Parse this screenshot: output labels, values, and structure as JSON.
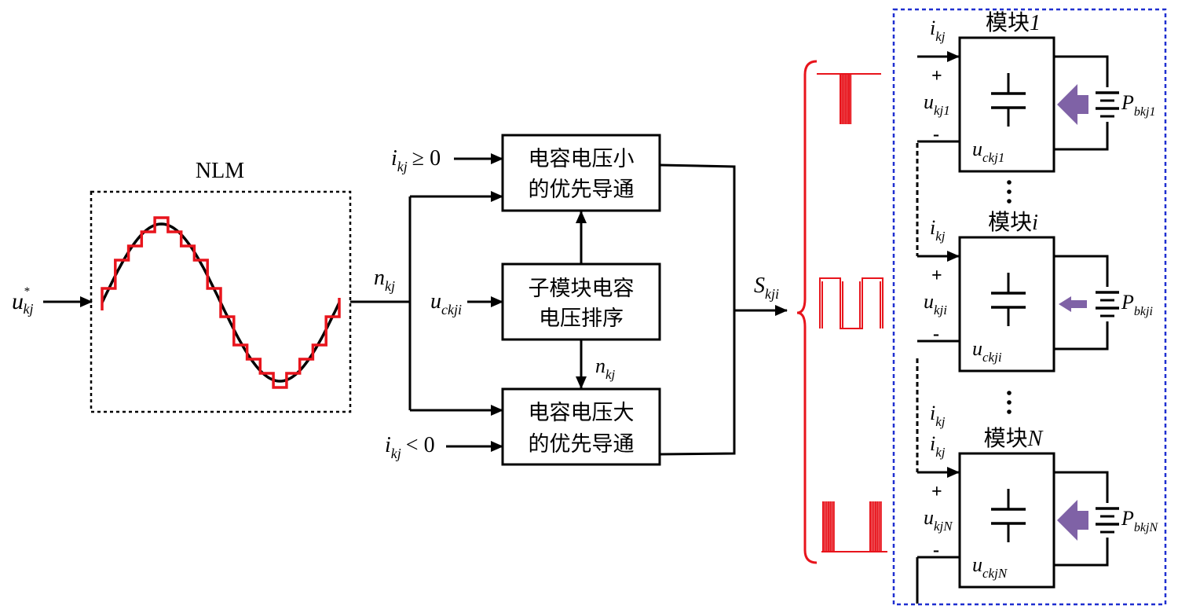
{
  "colors": {
    "wave": "#e8141c",
    "sine": "#000000",
    "frame_dashed": "#1f2fd0",
    "arrow_fill": "#7f62a6",
    "line": "#000000"
  },
  "inputs": {
    "u_ref": {
      "base": "u",
      "sup": "*",
      "sub": "kj"
    }
  },
  "nlm": {
    "label": "NLM"
  },
  "signals": {
    "n_kj": {
      "base": "n",
      "sub": "kj"
    },
    "u_ckji": {
      "base": "u",
      "sub": "ckji"
    },
    "n_kj_lower": {
      "base": "n",
      "sub": "kj"
    },
    "s_kji": {
      "base": "S",
      "sub": "kji"
    },
    "i_pos": {
      "base": "i",
      "sub": "kj",
      "rel": "≥ 0"
    },
    "i_neg": {
      "base": "i",
      "sub": "kj",
      "rel": "< 0"
    }
  },
  "blocks": {
    "top": {
      "line1": "电容电压小",
      "line2": "的优先导通"
    },
    "middle": {
      "line1": "子模块电容",
      "line2": "电压排序"
    },
    "bottom": {
      "line1": "电容电压大",
      "line2": "的优先导通"
    }
  },
  "modules": [
    {
      "title_prefix": "模块",
      "title_idx": "1",
      "current": {
        "base": "i",
        "sub": "kj"
      },
      "plus": "+",
      "minus": "-",
      "voltage": {
        "base": "u",
        "sub": "kj1"
      },
      "cap_voltage": {
        "base": "u",
        "sub": "ckj1"
      },
      "battery": {
        "base": "P",
        "sub": "bkj1"
      }
    },
    {
      "title_prefix": "模块",
      "title_idx": "i",
      "current": {
        "base": "i",
        "sub": "kj"
      },
      "plus": "+",
      "minus": "-",
      "voltage": {
        "base": "u",
        "sub": "kji"
      },
      "cap_voltage": {
        "base": "u",
        "sub": "ckji"
      },
      "battery": {
        "base": "P",
        "sub": "bkji"
      }
    },
    {
      "title_prefix": "模块",
      "title_idx": "N",
      "current": {
        "base": "i",
        "sub": "kj"
      },
      "plus": "+",
      "minus": "-",
      "voltage": {
        "base": "u",
        "sub": "kjN"
      },
      "cap_voltage": {
        "base": "u",
        "sub": "ckjN"
      },
      "battery": {
        "base": "P",
        "sub": "bkjN"
      }
    }
  ],
  "between_current": {
    "base": "i",
    "sub": "kj"
  }
}
